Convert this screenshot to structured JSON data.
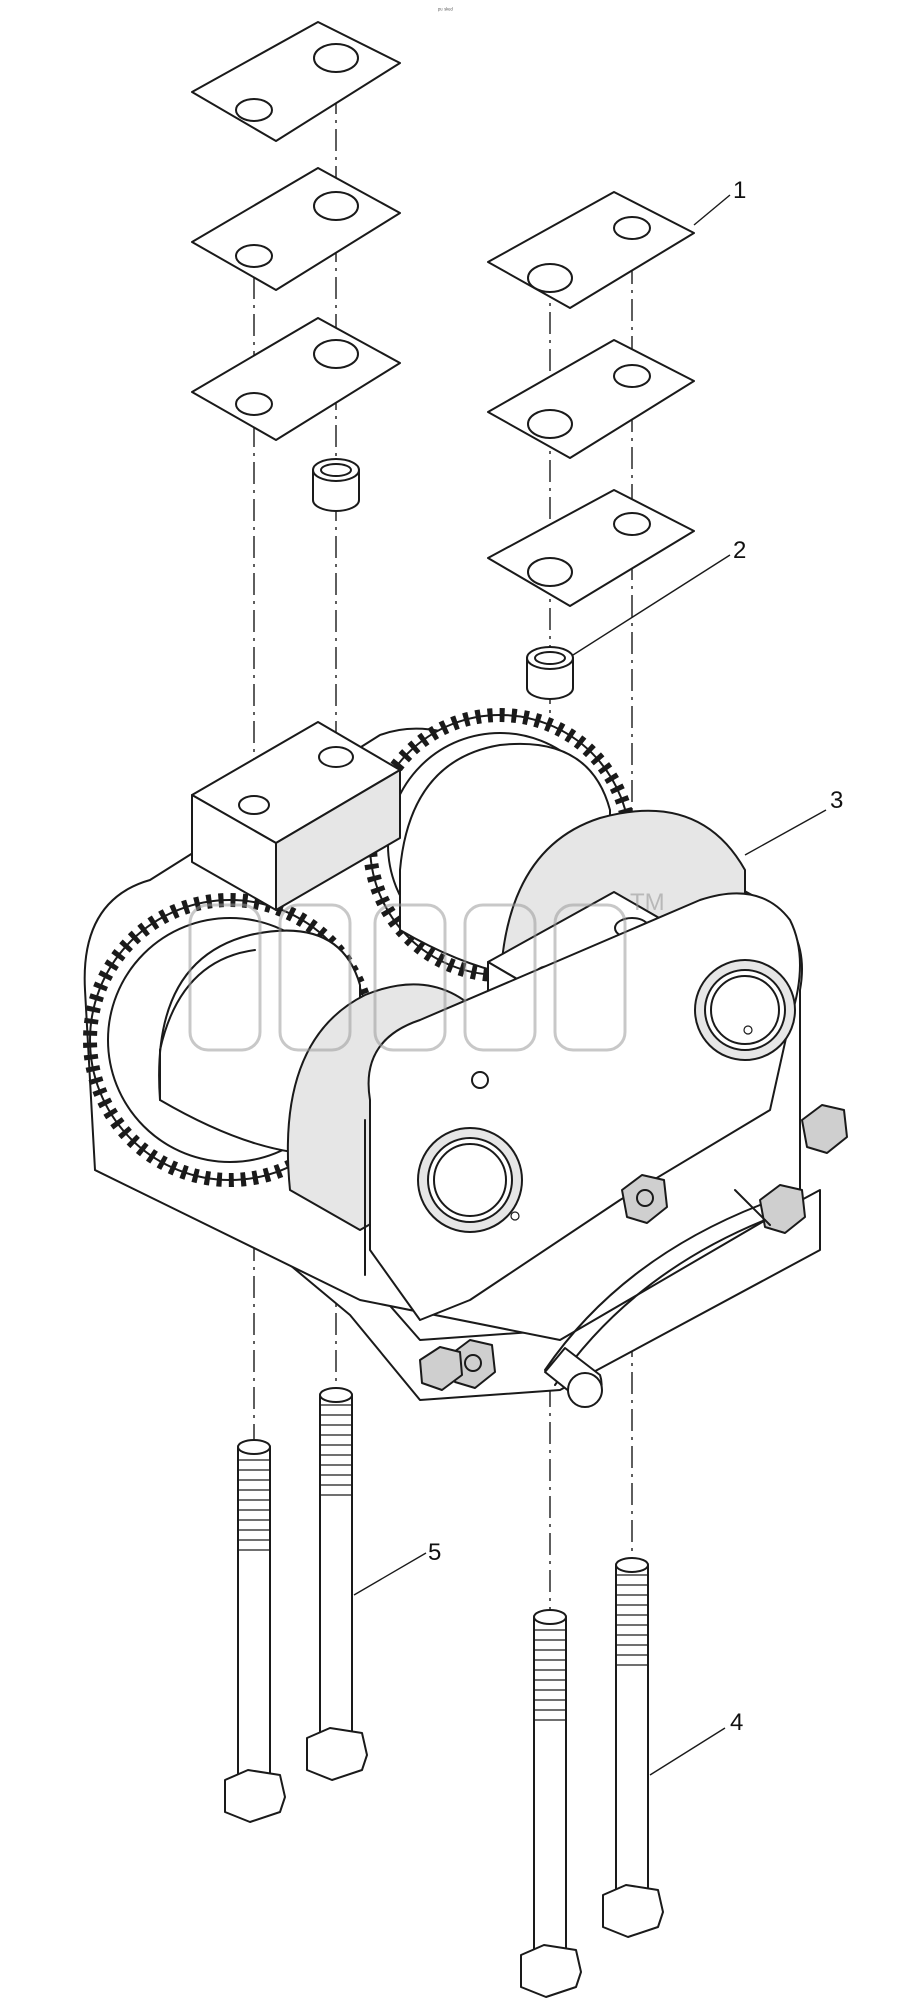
{
  "header_mark": "ᵖᵘ ˢᵏᵉᵈ",
  "callouts": [
    {
      "id": "callout-1",
      "label": "1"
    },
    {
      "id": "callout-2",
      "label": "2"
    },
    {
      "id": "callout-3",
      "label": "3"
    },
    {
      "id": "callout-4",
      "label": "4"
    },
    {
      "id": "callout-5",
      "label": "5"
    }
  ],
  "watermark": {
    "text": "TM"
  }
}
